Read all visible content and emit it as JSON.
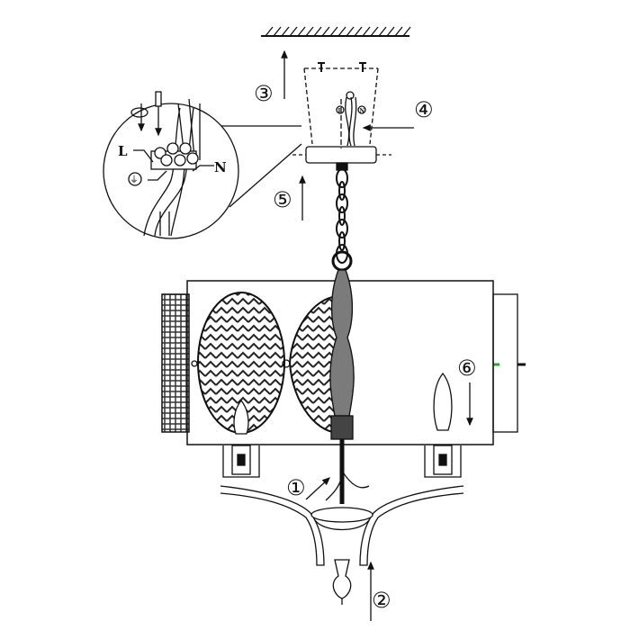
{
  "steps": {
    "s1": "①",
    "s2": "②",
    "s3": "③",
    "s4": "④",
    "s5": "⑤",
    "s6": "⑥"
  },
  "inset": {
    "live_label": "L",
    "neutral_label": "N",
    "earth_symbol": "⏚"
  },
  "canopy_wires": {
    "live": "L",
    "neutral": "N"
  },
  "colors": {
    "line": "#111111",
    "indicator": "#22aa33"
  }
}
